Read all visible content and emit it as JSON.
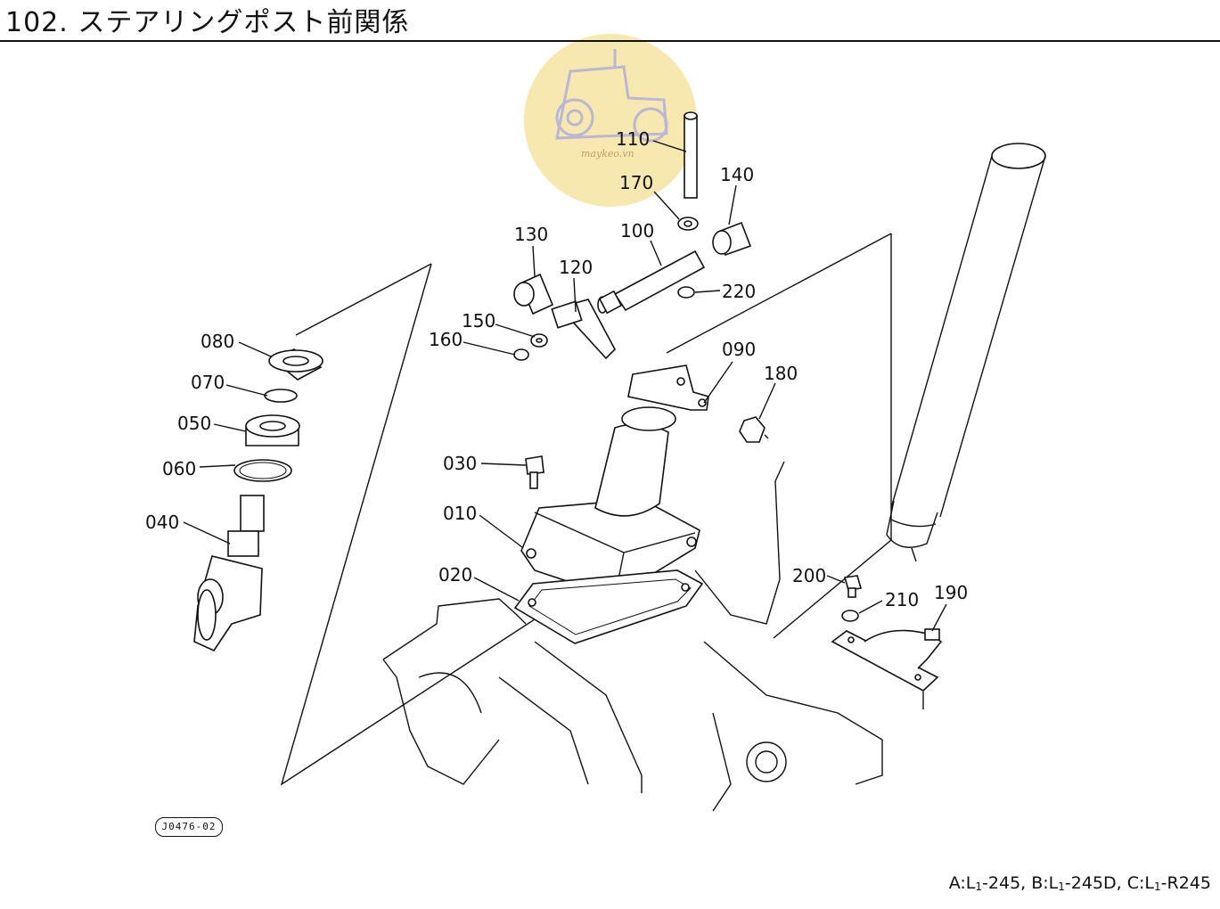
{
  "title": "102. ステアリングポスト前関係",
  "drawing_code": "J0476-02",
  "watermark": {
    "text": "maykeo.vn",
    "icon": "tractor-icon",
    "color": "#f6e6a6"
  },
  "footer": {
    "a_prefix": "A:L",
    "a_sub": "1",
    "a_suffix": "-245,",
    "b_prefix": "B:L",
    "b_sub": "1",
    "b_suffix": "-245D,",
    "c_prefix": "C:L",
    "c_sub": "1",
    "c_suffix": "-R245"
  },
  "parts": [
    {
      "label": "110"
    },
    {
      "label": "170"
    },
    {
      "label": "140"
    },
    {
      "label": "130"
    },
    {
      "label": "100"
    },
    {
      "label": "120"
    },
    {
      "label": "220"
    },
    {
      "label": "150"
    },
    {
      "label": "160"
    },
    {
      "label": "080"
    },
    {
      "label": "070"
    },
    {
      "label": "050"
    },
    {
      "label": "060"
    },
    {
      "label": "040"
    },
    {
      "label": "090"
    },
    {
      "label": "180"
    },
    {
      "label": "030"
    },
    {
      "label": "010"
    },
    {
      "label": "020"
    },
    {
      "label": "200"
    },
    {
      "label": "210"
    },
    {
      "label": "190"
    }
  ]
}
